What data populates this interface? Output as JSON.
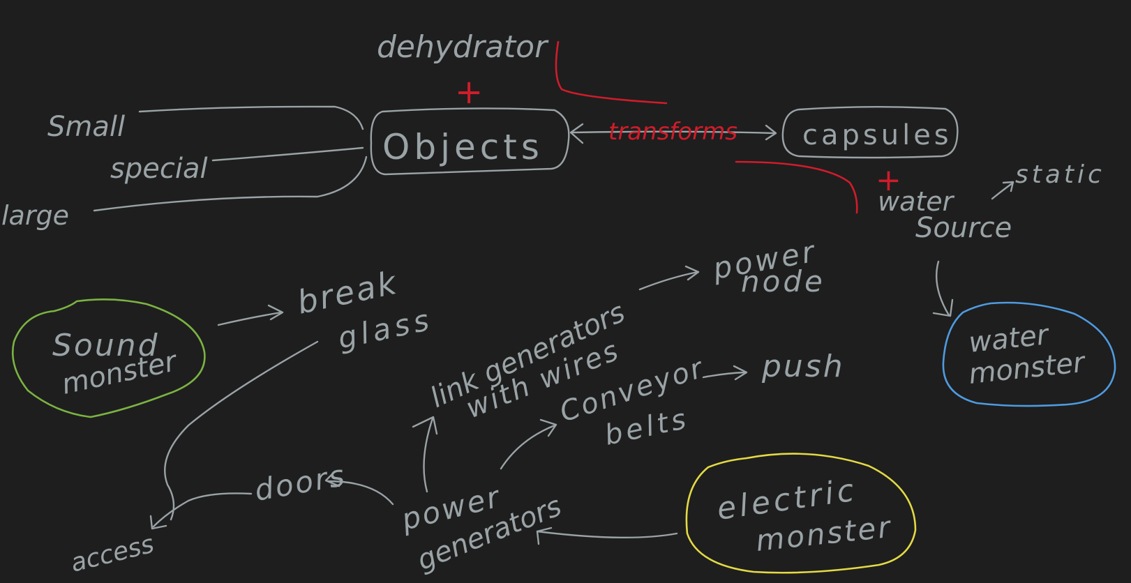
{
  "nodes": {
    "dehydrator": "dehydrator",
    "small": "Small",
    "special": "special",
    "large": "large",
    "objects": "Objects",
    "transforms": "transforms",
    "capsules": "capsules",
    "water_source_1": "water",
    "water_source_2": "Source",
    "static": "static",
    "sound_monster_1": "Sound",
    "sound_monster_2": "monster",
    "break_glass_1": "break",
    "break_glass_2": "glass",
    "link_generators_1": "link generators",
    "link_generators_2": "with wires",
    "power_node_1": "power",
    "power_node_2": "node",
    "conveyor_belts_1": "Conveyor",
    "conveyor_belts_2": "belts",
    "push": "push",
    "water_monster_1": "water",
    "water_monster_2": "monster",
    "doors": "doors",
    "access": "access",
    "power_generators_1": "power",
    "power_generators_2": "generators",
    "electric_monster_1": "electric",
    "electric_monster_2": "monster",
    "plus_1": "+",
    "plus_2": "+"
  },
  "colors": {
    "background": "#1e1e1e",
    "ink": "#9aa3a6",
    "red": "#d01c2a",
    "green": "#7bb342",
    "blue": "#4f9be0",
    "yellow": "#e3da45"
  }
}
